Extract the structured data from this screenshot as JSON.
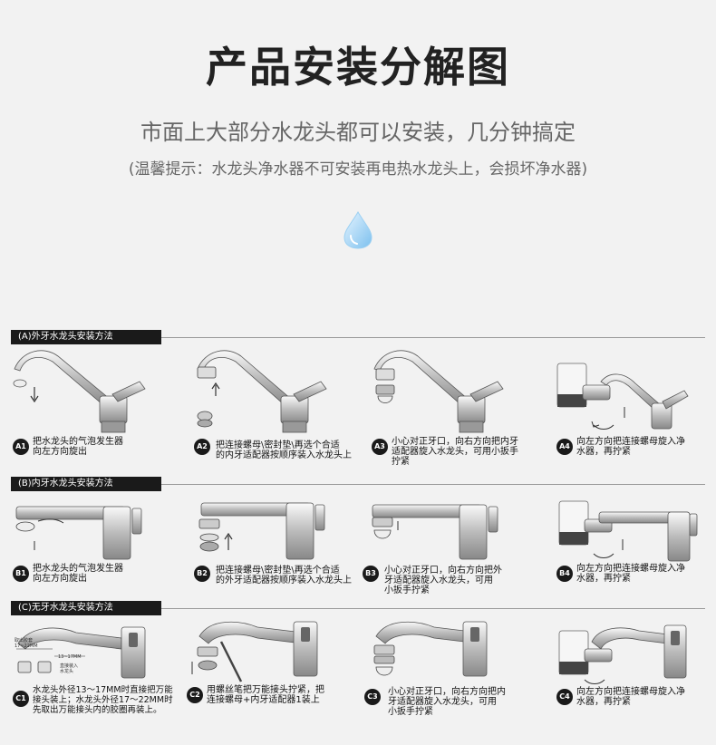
{
  "header": {
    "title": "产品安装分解图",
    "subtitle": "市面上大部分水龙头都可以安装，几分钟搞定",
    "tip": "(温馨提示：水龙头净水器不可安装再电热水龙头上，会损坏净水器)"
  },
  "sections": [
    {
      "label": "(A)外牙水龙头安装方法",
      "steps": [
        {
          "badge": "A1",
          "text": "把水龙头的气泡发生器\n向左方向旋出"
        },
        {
          "badge": "A2",
          "text": "把连接螺母\\密封垫\\再选个合适\n的内牙适配器按顺序装入水龙头上"
        },
        {
          "badge": "A3",
          "text": "小心对正牙口，向右方向把内牙\n适配器旋入水龙头，可用小扳手\n拧紧"
        },
        {
          "badge": "A4",
          "text": "向左方向把连接螺母旋入净\n水器，再拧紧"
        }
      ]
    },
    {
      "label": "(B)内牙水龙头安装方法",
      "steps": [
        {
          "badge": "B1",
          "text": "把水龙头的气泡发生器\n向左方向旋出"
        },
        {
          "badge": "B2",
          "text": "把连接螺母\\密封垫\\再选个合适\n的外牙适配器按顺序装入水龙头上"
        },
        {
          "badge": "B3",
          "text": "小心对正牙口，向右方向把外\n牙适配器旋入水龙头，可用\n小扳手拧紧"
        },
        {
          "badge": "B4",
          "text": "向左方向把连接螺母旋入净\n水器，再拧紧"
        }
      ]
    },
    {
      "label": "(C)无牙水龙头安装方法",
      "steps": [
        {
          "badge": "C1",
          "text": "水龙头外径13～17MM时直接把万能\n接头装上；水龙头外径17～22MM时\n先取出万能接头内的胶圈再装上。"
        },
        {
          "badge": "C2",
          "text": "用螺丝笔把万能接头拧紧，把\n连接螺母+内牙适配器1装上"
        },
        {
          "badge": "C3",
          "text": "小心对正牙口，向右方向把内\n牙适配器旋入水龙头，可用\n小扳手拧紧"
        },
        {
          "badge": "C4",
          "text": "向左方向把连接螺母旋入净\n水器，再拧紧"
        }
      ]
    }
  ],
  "c1_notes": {
    "note1": "取出胶套\n17~22MM",
    "note2": "13~17MM",
    "note3": "直接装入\n水龙头"
  },
  "colors": {
    "background": "#f2f2f2",
    "section_bar": "#1a1a1a",
    "drop": "#8ec8f0"
  }
}
